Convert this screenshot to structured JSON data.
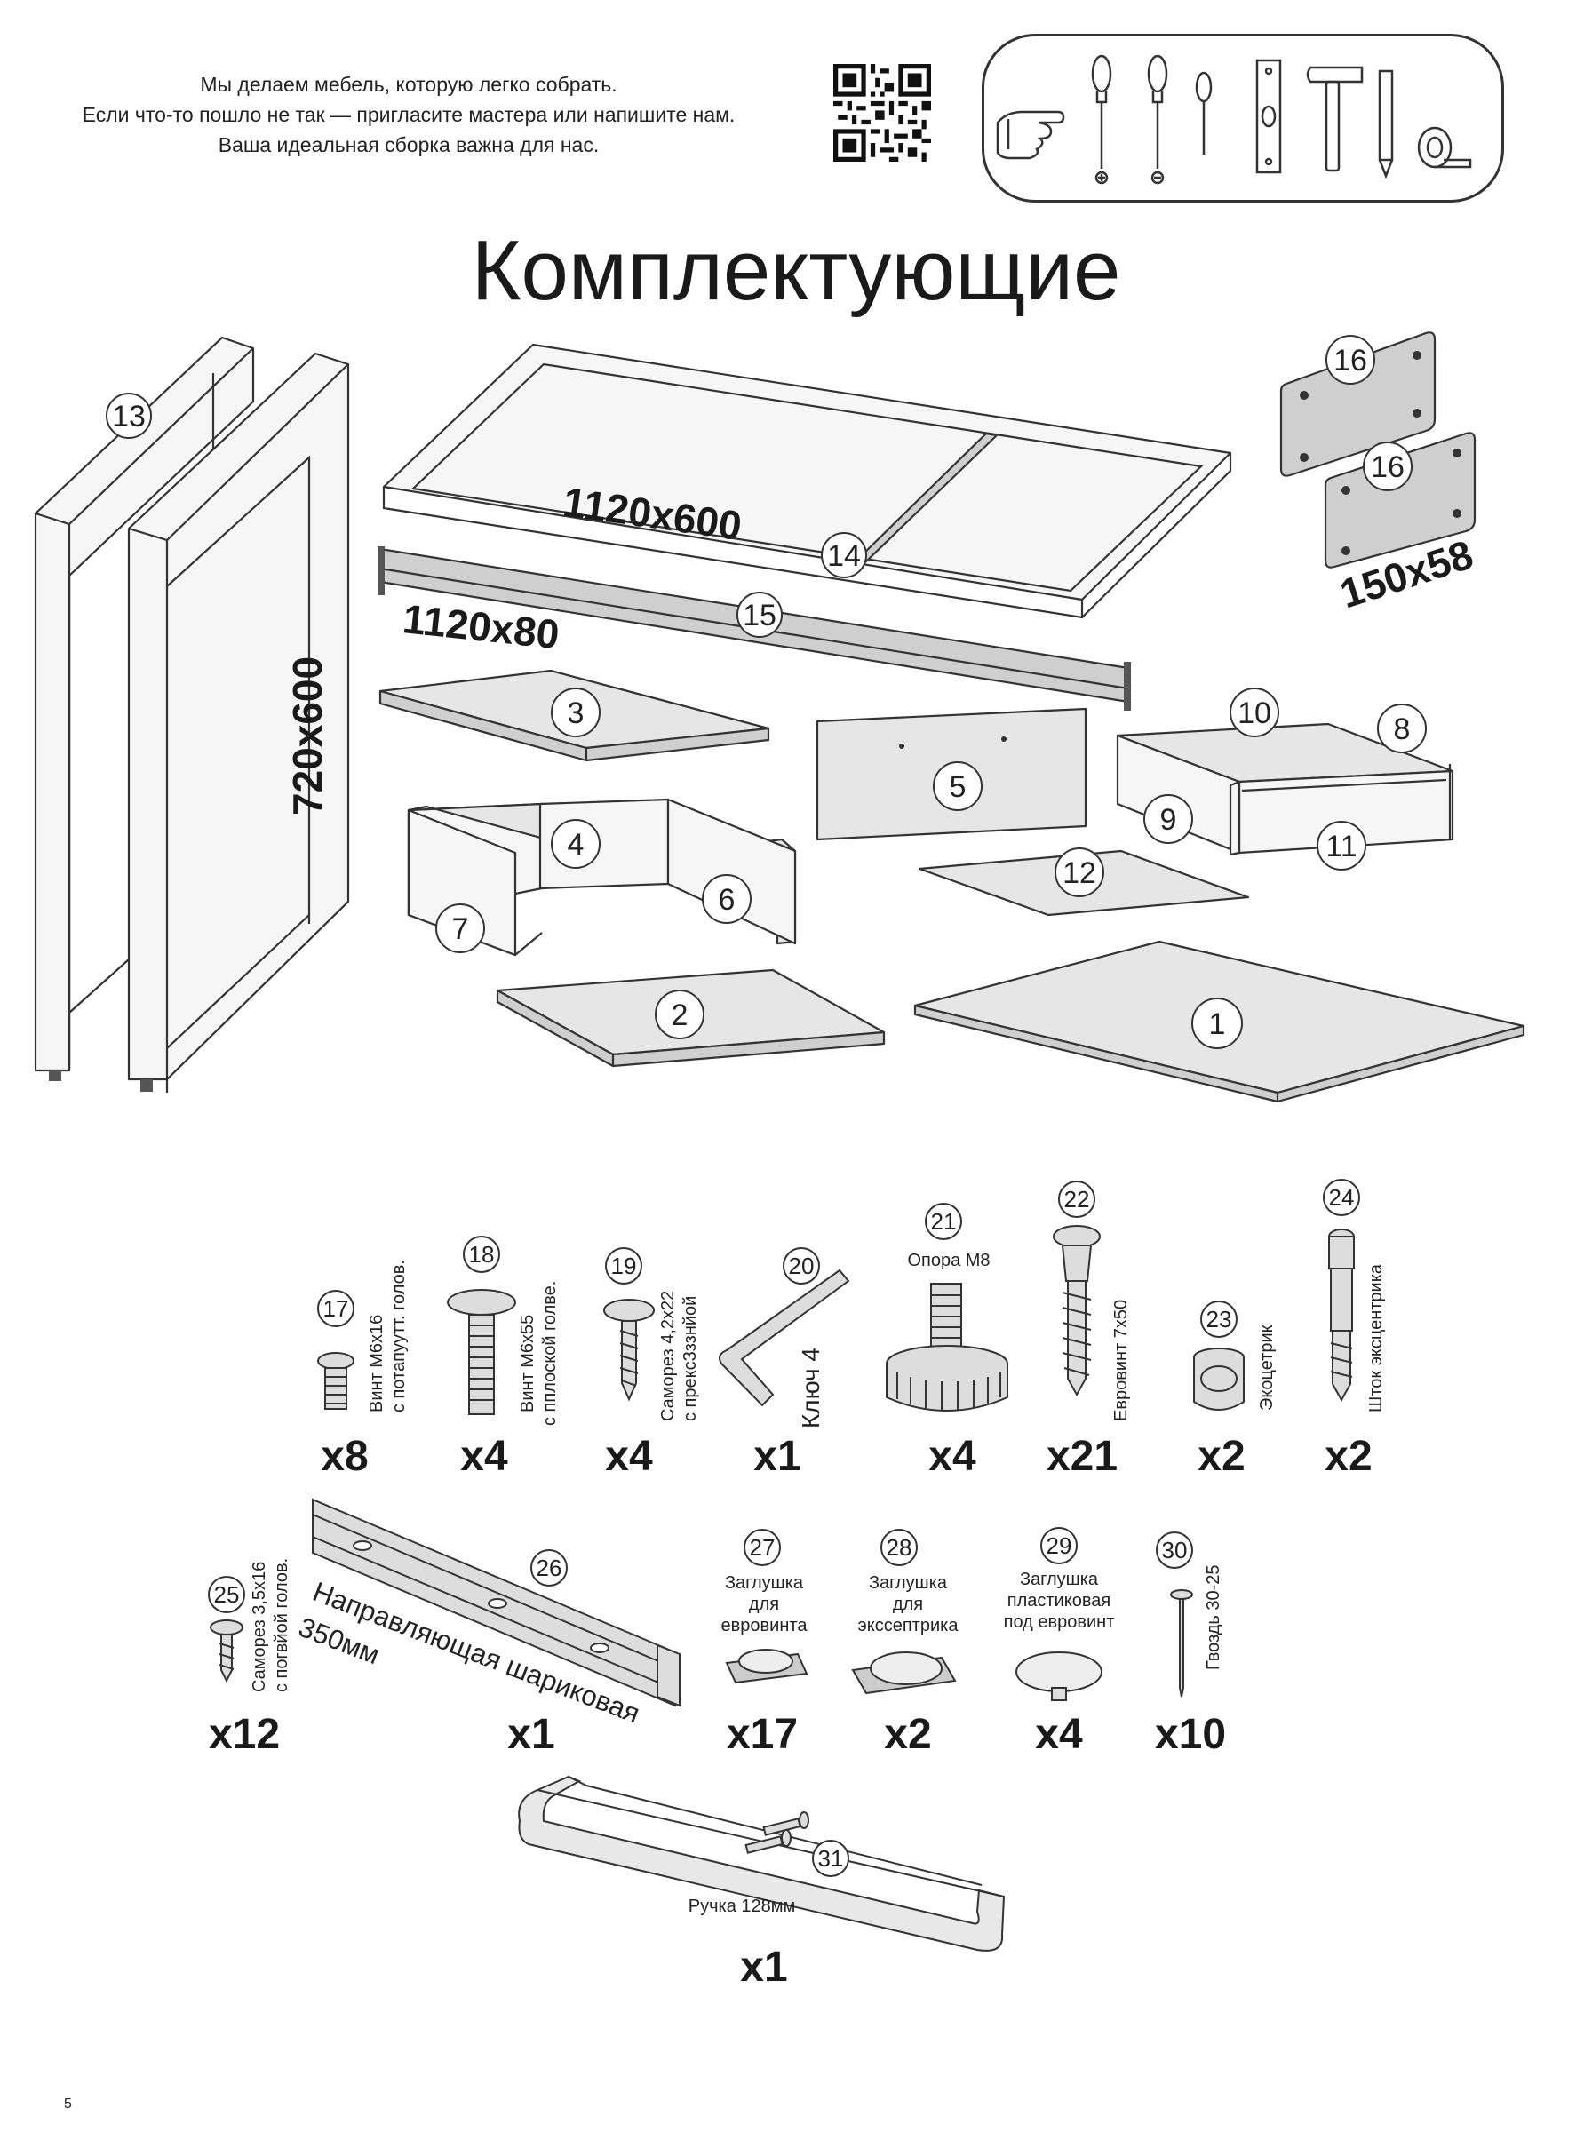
{
  "header": {
    "note_line1": "Мы делаем мебель, которую легко собрать.",
    "note_line2": "Если что-то пошло не так — пригласите мастера или напишите нам.",
    "note_line3": "Ваша идеальная сборка важна для нас."
  },
  "tools": [
    "pointing-hand-icon",
    "phillips-screwdriver-icon",
    "flat-screwdriver-icon",
    "small-screwdriver-icon",
    "level-icon",
    "hammer-icon",
    "pencil-icon",
    "tape-measure-icon"
  ],
  "title": "Комплектующие",
  "panels": {
    "p1": "1",
    "p2": "2",
    "p3": "3",
    "p4": "4",
    "p5": "5",
    "p6": "6",
    "p7": "7",
    "p8": "8",
    "p9": "9",
    "p10": "10",
    "p11": "11",
    "p12": "12",
    "p13": "13",
    "p14": "14",
    "p15": "15",
    "p16a": "16",
    "p16b": "16"
  },
  "dims": {
    "frame": "720x600",
    "top": "1120x600",
    "rail": "1120x80",
    "plate": "150x58"
  },
  "hardware": {
    "h17": {
      "num": "17",
      "label1": "Винт М6х16",
      "label2": "с потапуутт. голов.",
      "count": "x8"
    },
    "h18": {
      "num": "18",
      "label1": "Винт М6х55",
      "label2": "с пплоской голве.",
      "count": "x4"
    },
    "h19": {
      "num": "19",
      "label1": "Саморез 4,2х22",
      "label2": "с прекс3ззнйой",
      "count": "x4"
    },
    "h20": {
      "num": "20",
      "label": "Ключ 4",
      "count": "x1"
    },
    "h21": {
      "num": "21",
      "label": "Опора М8",
      "count": "x4"
    },
    "h22": {
      "num": "22",
      "label": "Евровинт 7х50",
      "count": "x21"
    },
    "h23": {
      "num": "23",
      "label": "Экоцетрик",
      "count": "x2"
    },
    "h24": {
      "num": "24",
      "label": "Шток эксцентрика",
      "count": "x2"
    },
    "h25": {
      "num": "25",
      "label1": "Саморез 3,5х16",
      "label2": "с погвйой голов.",
      "count": "x12"
    },
    "h26": {
      "num": "26",
      "label1": "Направляющая шариковая",
      "label2": "350мм",
      "count": "x1"
    },
    "h27": {
      "num": "27",
      "label1": "Заглушка",
      "label2": "для",
      "label3": "евровинта",
      "count": "x17"
    },
    "h28": {
      "num": "28",
      "label1": "Заглушка",
      "label2": "для",
      "label3": "экссептрика",
      "count": "x2"
    },
    "h29": {
      "num": "29",
      "label1": "Заглушка",
      "label2": "пластиковая",
      "label3": "под евровинт",
      "count": "x4"
    },
    "h30": {
      "num": "30",
      "label": "Гвоздь 30-25",
      "count": "x10"
    },
    "h31": {
      "num": "31",
      "label": "Ручка 128мм",
      "count": "x1"
    }
  },
  "page_number": "5"
}
